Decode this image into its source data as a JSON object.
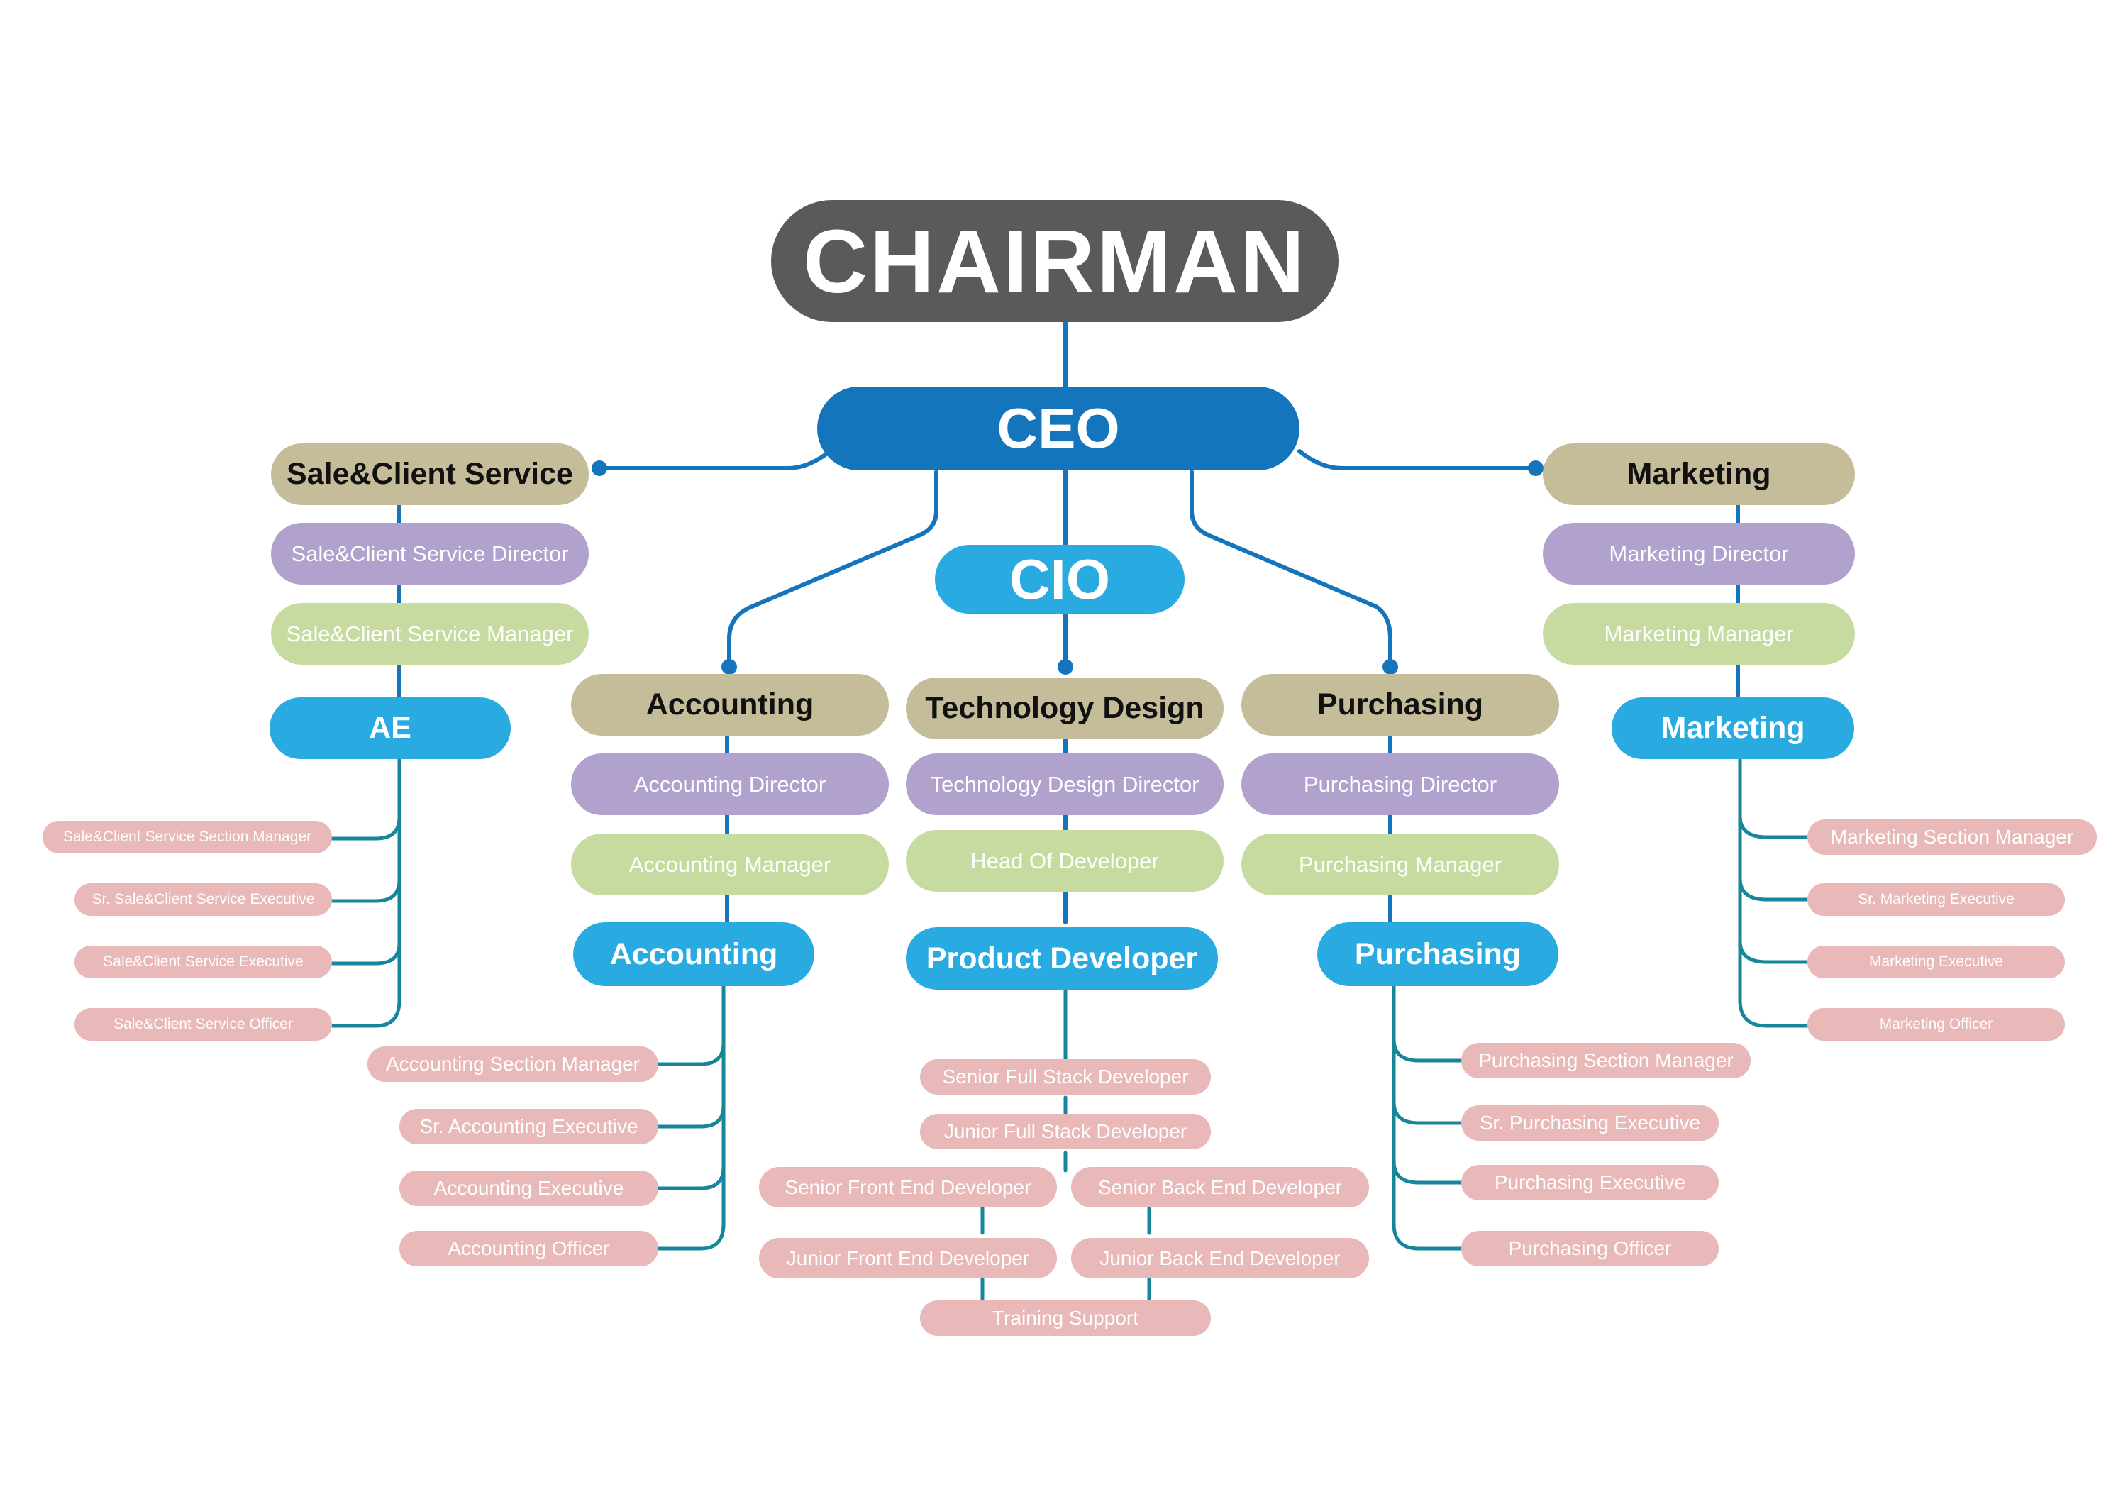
{
  "chairman": "CHAIRMAN",
  "ceo": "CEO",
  "cio": "CIO",
  "sale": {
    "dept": "Sale&Client Service",
    "director": "Sale&Client Service Director",
    "manager": "Sale&Client Service Manager",
    "team": "AE",
    "staff": [
      "Sale&Client Service Section Manager",
      "Sr. Sale&Client Service Executive",
      "Sale&Client Service Executive",
      "Sale&Client Service Officer"
    ]
  },
  "accounting": {
    "dept": "Accounting",
    "director": "Accounting Director",
    "manager": "Accounting Manager",
    "team": "Accounting",
    "staff": [
      "Accounting Section Manager",
      "Sr. Accounting Executive",
      "Accounting Executive",
      "Accounting Officer"
    ]
  },
  "tech": {
    "dept": "Technology Design",
    "director": "Technology Design Director",
    "manager": "Head Of Developer",
    "team": "Product Developer",
    "senior_full_stack": "Senior Full Stack Developer",
    "junior_full_stack": "Junior Full Stack Developer",
    "senior_front_end": "Senior Front End Developer",
    "senior_back_end": "Senior Back End Developer",
    "junior_front_end": "Junior Front End Developer",
    "junior_back_end": "Junior Back End Developer",
    "training": "Training Support"
  },
  "purchasing": {
    "dept": "Purchasing",
    "director": "Purchasing Director",
    "manager": "Purchasing Manager",
    "team": "Purchasing",
    "staff": [
      "Purchasing Section Manager",
      "Sr. Purchasing  Executive",
      "Purchasing  Executive",
      "Purchasing Officer"
    ]
  },
  "marketing": {
    "dept": "Marketing",
    "director": "Marketing Director",
    "manager": "Marketing Manager",
    "team": "Marketing",
    "staff": [
      "Marketing Section Manager",
      "Sr. Marketing Executive",
      "Marketing Executive",
      "Marketing Officer"
    ]
  },
  "colors": {
    "chairman": "#5a5a5a",
    "ceo": "#1475bd",
    "cio_team": "#29abe2",
    "department": "#c5bc99",
    "director": "#b0a2cd",
    "manager": "#c7dba0",
    "staff": "#e8b9b8",
    "main_connector": "#1475bd",
    "team_connector": "#17869a"
  }
}
